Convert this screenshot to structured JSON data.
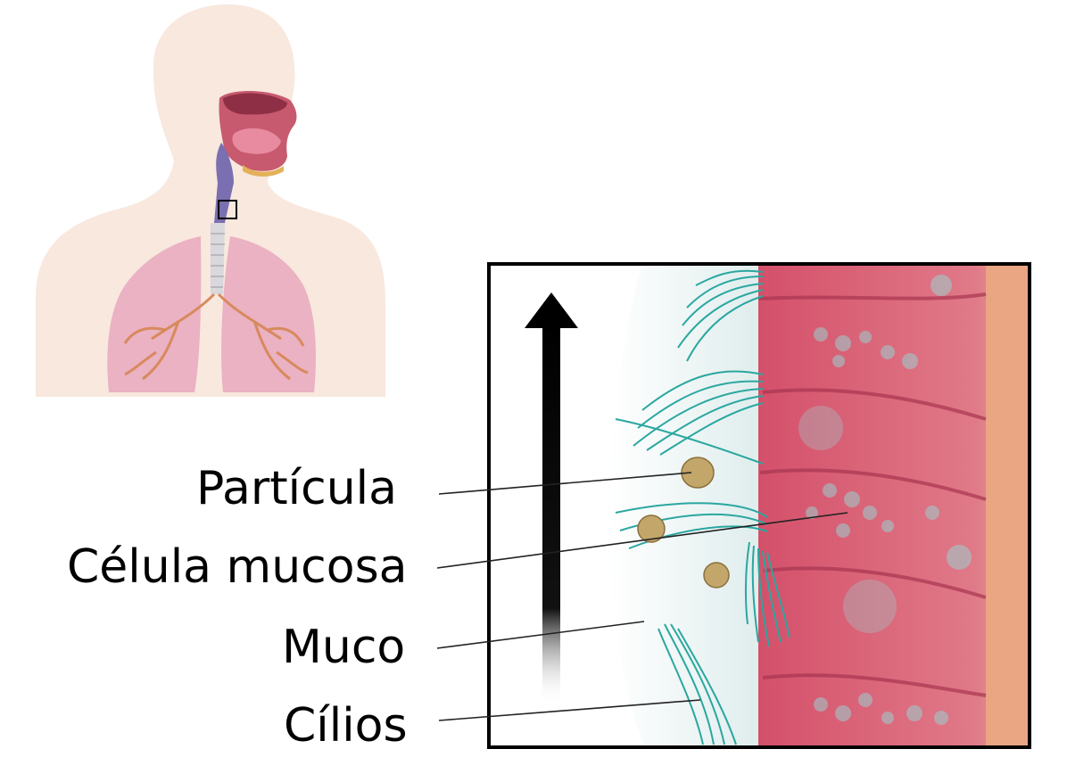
{
  "labels": {
    "particle": "Partícula",
    "mucous_cell": "Célula mucosa",
    "mucus": "Muco",
    "cilia": "Cílios"
  },
  "colors": {
    "skin": "#f7e6dc",
    "lung": "#e7a9bb",
    "bronchi": "#d98a5e",
    "epithelium": "#d9556e",
    "mucus": "#e8f2f2",
    "cilia": "#2aa7a0",
    "particle": "#c2a66a",
    "arrow": "#000000"
  }
}
